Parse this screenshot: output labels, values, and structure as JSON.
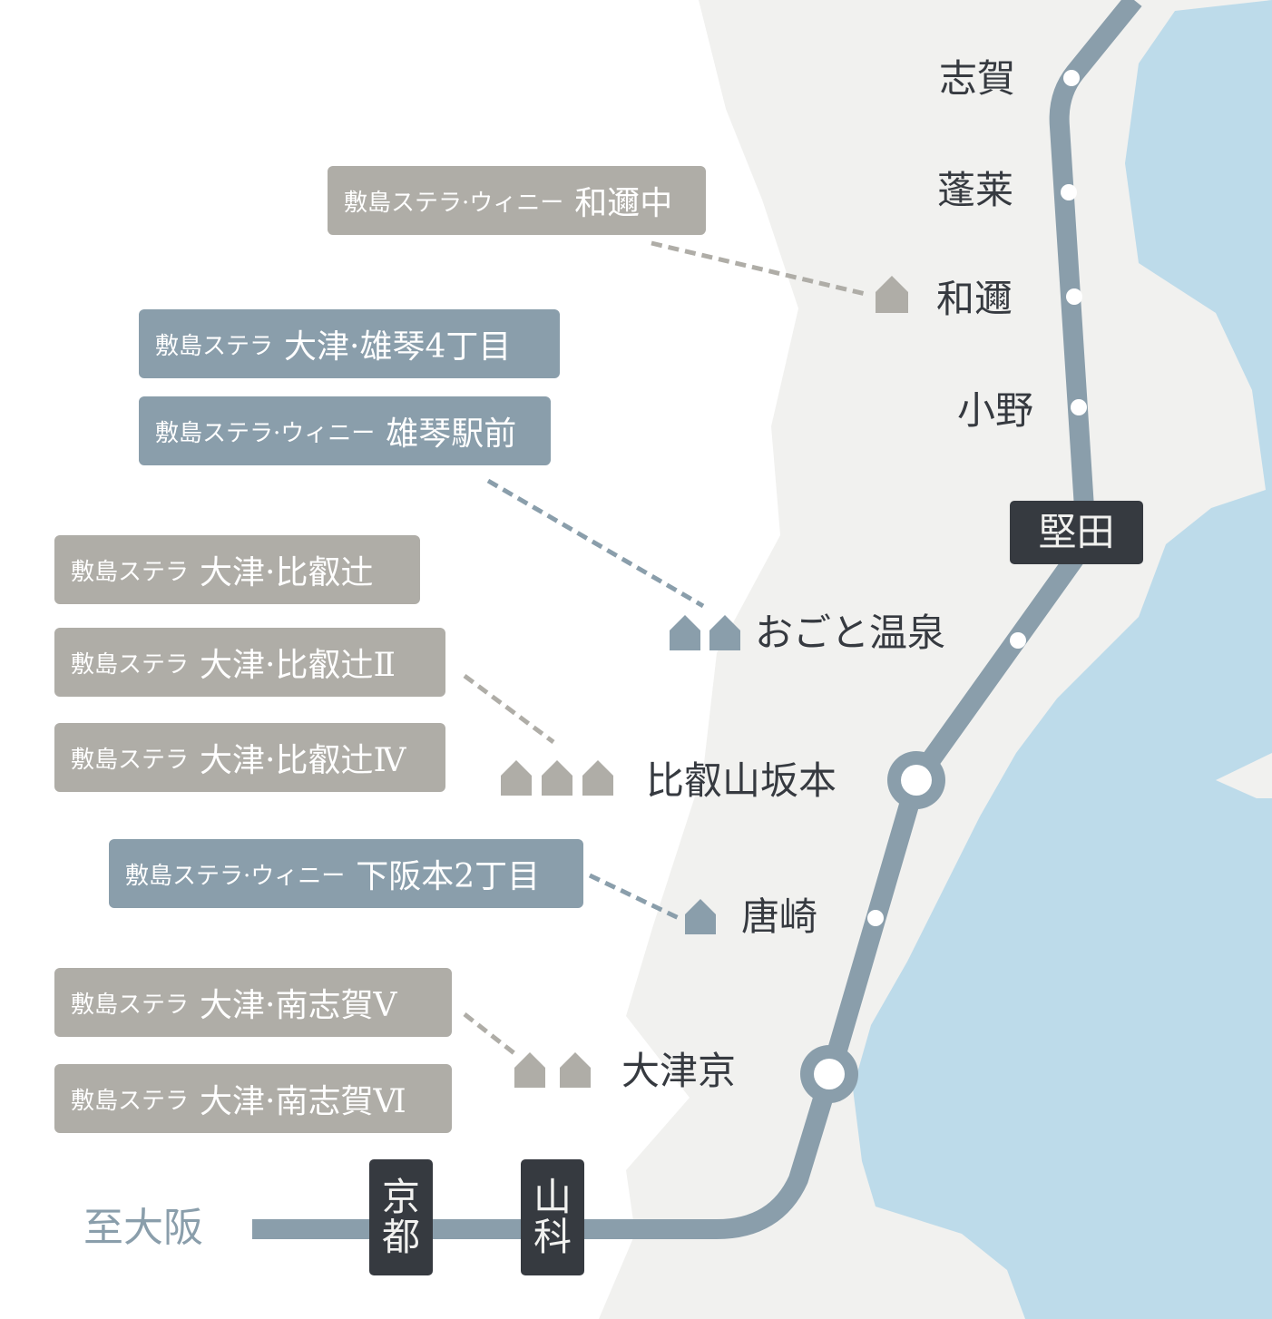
{
  "colors": {
    "land": "#f1f1ef",
    "lake": "#bddbea",
    "line": "#8a9eab",
    "dark": "#363a40",
    "gray_box": "#afada7",
    "blue_box": "#8a9eab"
  },
  "stations": {
    "shiga": "志賀",
    "horai": "蓬莱",
    "wani": "和邇",
    "ono": "小野",
    "katata": "堅田",
    "ogoto": "おごと温泉",
    "sakamoto": "比叡山坂本",
    "karasaki": "唐崎",
    "otsukyo": "大津京",
    "kyoto": "京都",
    "yamashina": "山科",
    "to_osaka": "至大阪"
  },
  "properties": [
    {
      "prefix": "敷島ステラ·ウィニー",
      "name": "和邇中",
      "type": "gray"
    },
    {
      "prefix": "敷島ステラ",
      "name": "大津·雄琴4丁目",
      "type": "blue"
    },
    {
      "prefix": "敷島ステラ·ウィニー",
      "name": "雄琴駅前",
      "type": "blue"
    },
    {
      "prefix": "敷島ステラ",
      "name": "大津·比叡辻",
      "type": "gray"
    },
    {
      "prefix": "敷島ステラ",
      "name": "大津·比叡辻Ⅱ",
      "type": "gray"
    },
    {
      "prefix": "敷島ステラ",
      "name": "大津·比叡辻Ⅳ",
      "type": "gray"
    },
    {
      "prefix": "敷島ステラ·ウィニー",
      "name": "下阪本2丁目",
      "type": "blue"
    },
    {
      "prefix": "敷島ステラ",
      "name": "大津·南志賀Ⅴ",
      "type": "gray"
    },
    {
      "prefix": "敷島ステラ",
      "name": "大津·南志賀Ⅵ",
      "type": "gray"
    }
  ]
}
